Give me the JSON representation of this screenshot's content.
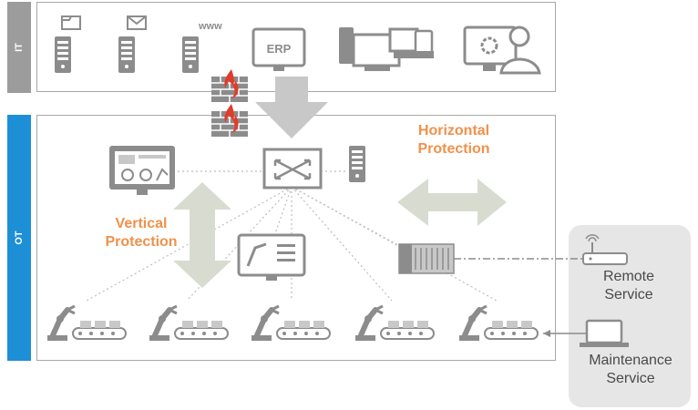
{
  "layers": {
    "it": {
      "label": "IT",
      "color": "#9c9c9c"
    },
    "ot": {
      "label": "OT",
      "color": "#1d8fd6"
    }
  },
  "icons": {
    "server_file": "file-server-icon",
    "server_mail": "mail-server-icon",
    "server_web_label": "www",
    "erp_label": "ERP",
    "firewall": "firewall-icon"
  },
  "arrows": {
    "horizontal": "Horizontal\nProtection",
    "vertical": "Vertical\nProtection"
  },
  "remote": {
    "remote_service": "Remote\nService",
    "maintenance_service": "Maintenance\nService"
  },
  "colors": {
    "icon_gray": "#8c8c8c",
    "arrow_gray": "#c8c8c8",
    "orange": "#f0914a",
    "flame_red": "#e23b2a",
    "remote_bg": "#e6e6e6"
  }
}
